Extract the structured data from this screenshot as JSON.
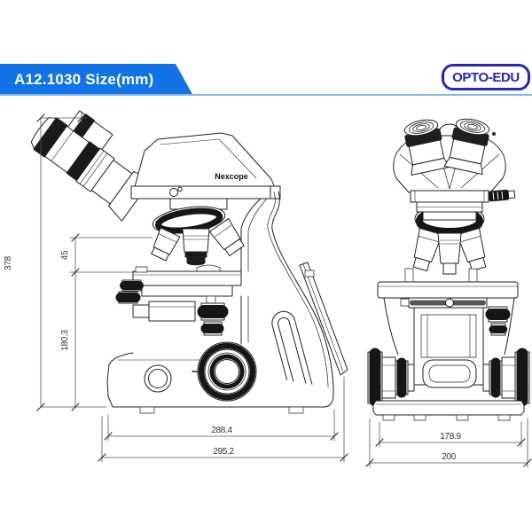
{
  "header": {
    "title": "A12.1030 Size(mm)",
    "logo": "OPTO-EDU"
  },
  "drawing": {
    "brand_label": "Nexcope",
    "side_view": {
      "overall_height_mm": "378",
      "nosepiece_to_stage_mm": "45",
      "stage_to_base_mm": "180.3",
      "base_depth_mm": "288.4",
      "overall_depth_mm": "295.2"
    },
    "front_view": {
      "base_width_mm": "178.9",
      "overall_width_mm": "200"
    }
  },
  "colors": {
    "banner_blue": "#1273e6",
    "logo_blue": "#2525bd",
    "rule_blue": "#86b7e8",
    "ink": "#222222"
  }
}
